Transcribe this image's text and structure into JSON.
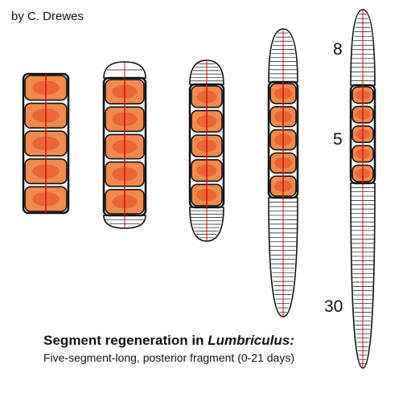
{
  "figure": {
    "credit": "by C. Drewes",
    "title_prefix": "Segment regeneration in ",
    "title_species": "Lumbriculus:",
    "subtitle": "Five-segment-long, posterior fragment (0-21 days)",
    "segment_markers": [
      "8",
      "5",
      "30"
    ],
    "colors": {
      "segment_fill": "#f08a50",
      "core_fill": "#e85a2a",
      "midline": "#cc1111",
      "outline": "#111111"
    }
  }
}
